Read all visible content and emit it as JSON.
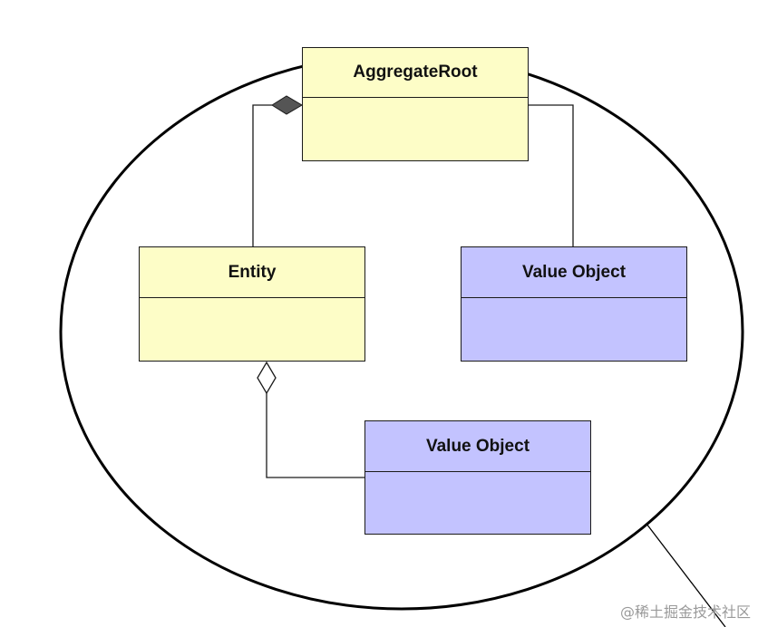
{
  "colors": {
    "entity_fill": "#fdfdc7",
    "value_object_fill": "#c3c3ff",
    "line": "#1a1a1a",
    "composition_diamond": "#555555"
  },
  "classes": {
    "aggregate_root": {
      "name": "AggregateRoot",
      "stereotype": "entity"
    },
    "entity": {
      "name": "Entity",
      "stereotype": "entity"
    },
    "value_object_right": {
      "name": "Value Object",
      "stereotype": "value-object"
    },
    "value_object_bottom": {
      "name": "Value Object",
      "stereotype": "value-object"
    }
  },
  "relations": [
    {
      "from": "aggregate_root",
      "to": "entity",
      "kind": "composition"
    },
    {
      "from": "aggregate_root",
      "to": "value_object_right",
      "kind": "association"
    },
    {
      "from": "entity",
      "to": "value_object_bottom",
      "kind": "aggregation"
    }
  ],
  "watermark": "@稀土掘金技术社区"
}
